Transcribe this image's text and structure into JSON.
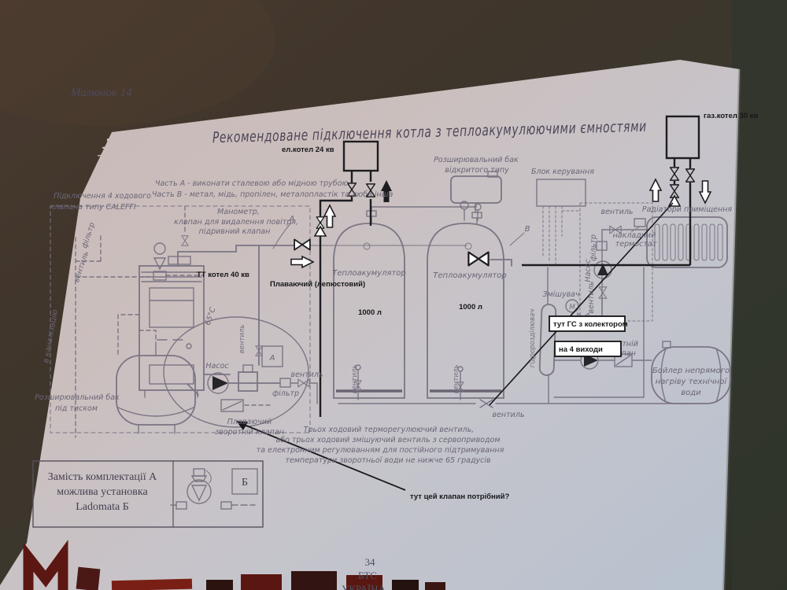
{
  "page": {
    "figure_caption": "Малюнок 14",
    "title": "Рекомендоване підключення котла з теплоакумулюючими ємностями",
    "page_number": "34",
    "footer_line1": "БТС",
    "footer_line2": "УКРАЇНА"
  },
  "notes": {
    "part_a": "Часть А - виконати сталевою або мідною трубою",
    "part_b": "Часть В - метал, мідь, пропілен, металопластік та люба інша",
    "caleffi1": "Підключення 4 ходового",
    "caleffi2": "клапана типу CALEFFI",
    "mano1": "Манометр,",
    "mano2": "клапан для видалення повітря,",
    "mano3": "підривний клапан",
    "tw1": "Трьох ходовий терморегулюючий вентиль,",
    "tw2": "або трьох ходовий змішуючий вентиль з сервоприводом",
    "tw3": "та електронним регулюванням для постійного підтримування",
    "tw4": "температури зворотньої води не нижче 65 градусів"
  },
  "labels": {
    "el_boiler": "ел.котел 24 кв",
    "gas_boiler": "газ.котел 30 кв",
    "tt_boiler": "ТТ котел 40 кв",
    "float_valve": "Плаваючий (лепюстовий)",
    "tank": "Теплоакумулятор",
    "volume": "1000 л",
    "open_tank1": "Розширювальний бак",
    "open_tank2": "відкритого типу",
    "control_unit": "Блок керування",
    "radiators": "Радіатори приміщення",
    "valve": "вентиль",
    "thermostat1": "накладний",
    "thermostat2": "термостат",
    "filter": "фільтр",
    "pump": "Насос",
    "mixer": "Змішувач",
    "mixer_m": "М",
    "check1": "Зворотній",
    "check2": "клапан",
    "dhw1": "Бойлер непрямого",
    "dhw2": "нагріву технічної",
    "dhw3": "води",
    "ptank1": "Розширювальний бак",
    "ptank2": "під тиском",
    "sewer": "в каналізацію",
    "temp": "65°C",
    "float_check1": "Плаваючий",
    "float_check2": "зворотній клапан",
    "separator": "гідророзділювач",
    "letter_a": "А",
    "letter_b": "В",
    "letter_bb": "Б"
  },
  "ann": {
    "gs": "тут ГС з колектором",
    "four": "на 4 виходи",
    "question": "тут цей клапан потрібний?"
  },
  "alt": {
    "line1": "Замість комплектації А",
    "line2": "можлива установка",
    "line3": "Ladomata Б"
  }
}
